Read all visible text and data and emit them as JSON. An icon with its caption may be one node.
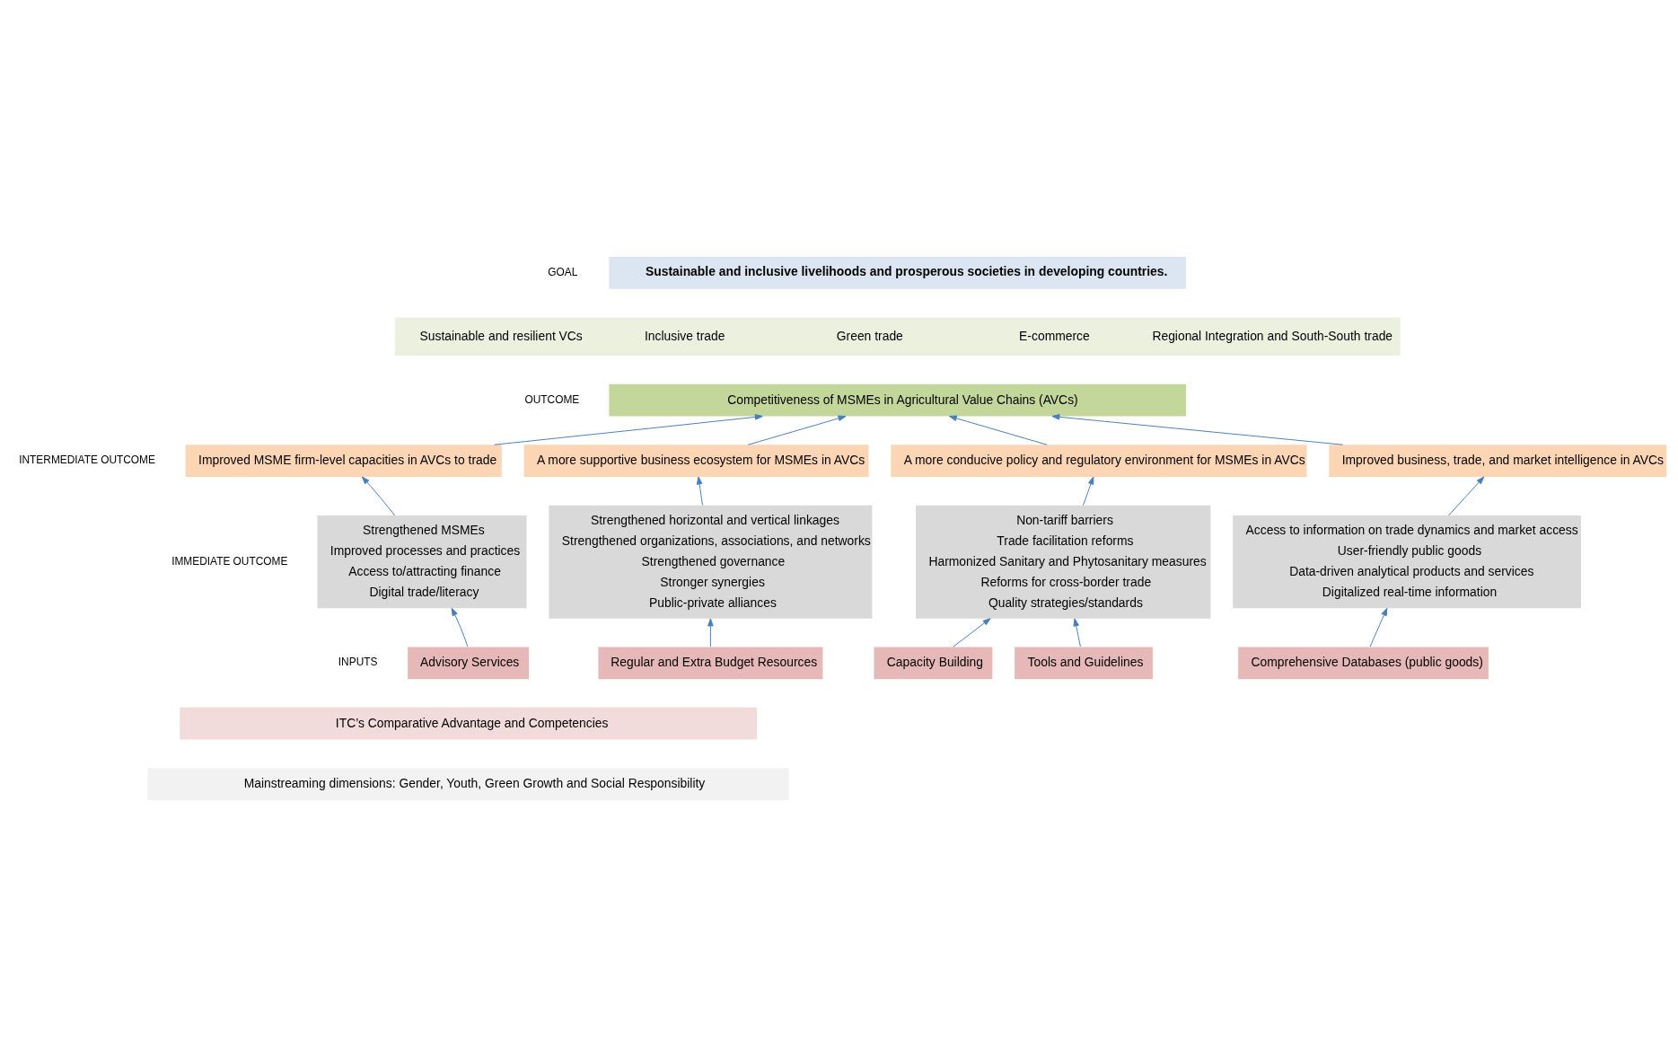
{
  "diagram": {
    "nodes": [
      {
        "text": [
          "Sustainable and inclusive livelihoods and prosperous societies in developing countries."
        ]
      },
      {
        "text": [
          "Sustainable and resilient VCs",
          "Inclusive trade",
          "Green trade",
          "E-commerce",
          "Regional Integration and South-South trade"
        ]
      },
      {
        "text": [
          "Competitiveness of MSMEs in Agricultural Value Chains (AVCs)"
        ]
      },
      {
        "text": [
          "Improved MSME firm-level capacities in AVCs to trade"
        ]
      },
      {
        "text": [
          "A more supportive business ecosystem for MSMEs in AVCs"
        ]
      },
      {
        "text": [
          "A more conducive policy and regulatory environment for MSMEs in AVCs"
        ]
      },
      {
        "text": [
          "Improved business, trade, and market intelligence in AVCs"
        ]
      },
      {
        "text": [
          "Strengthened MSMEs",
          "Improved processes and practices",
          "Access to/attracting finance",
          "Digital trade/literacy"
        ]
      },
      {
        "text": [
          "Strengthened horizontal and vertical linkages",
          "Strengthened organizations, associations, and networks",
          "Strengthened governance",
          "Stronger synergies",
          "Public-private alliances"
        ]
      },
      {
        "text": [
          "Non-tariff barriers",
          "Trade facilitation reforms",
          "Harmonized Sanitary and Phytosanitary measures",
          "Reforms for cross-border trade",
          "Quality strategies/standards"
        ]
      },
      {
        "text": [
          "Access to information on trade dynamics and market access",
          "User-friendly public goods",
          "Data-driven analytical products and services",
          "Digitalized real-time information"
        ]
      },
      {
        "text": [
          "Advisory Services"
        ]
      },
      {
        "text": [
          "Regular and Extra Budget Resources"
        ]
      },
      {
        "text": [
          "Capacity Building"
        ]
      },
      {
        "text": [
          "Tools and Guidelines"
        ]
      },
      {
        "text": [
          "Comprehensive Databases (public goods)"
        ]
      },
      {
        "text": [
          "ITC’s Comparative Advantage and Competencies"
        ]
      },
      {
        "text": [
          "Mainstreaming dimensions: Gender, Youth, Green Growth and Social Responsibility"
        ]
      }
    ],
    "edges": [
      {
        "from": 3,
        "to": 2,
        "arrow": "to"
      },
      {
        "from": 4,
        "to": 2,
        "arrow": "to"
      },
      {
        "from": 5,
        "to": 2,
        "arrow": "to"
      },
      {
        "from": 6,
        "to": 2,
        "arrow": "to"
      },
      {
        "from": 7,
        "to": 3,
        "arrow": "to"
      },
      {
        "from": 8,
        "to": 4,
        "arrow": "to"
      },
      {
        "from": 9,
        "to": 5,
        "arrow": "to"
      },
      {
        "from": 10,
        "to": 6,
        "arrow": "to"
      },
      {
        "from": 11,
        "to": 7,
        "arrow": "to"
      },
      {
        "from": 12,
        "to": 8,
        "arrow": "to"
      },
      {
        "from": 13,
        "to": 9,
        "arrow": "to"
      },
      {
        "from": 14,
        "to": 9,
        "arrow": "to"
      },
      {
        "from": 15,
        "to": 10,
        "arrow": "to"
      }
    ],
    "labels": [
      "GOAL",
      "OUTCOME",
      "INTERMEDIATE OUTCOME",
      "IMMEDIATE OUTCOME",
      "INPUTS"
    ]
  }
}
